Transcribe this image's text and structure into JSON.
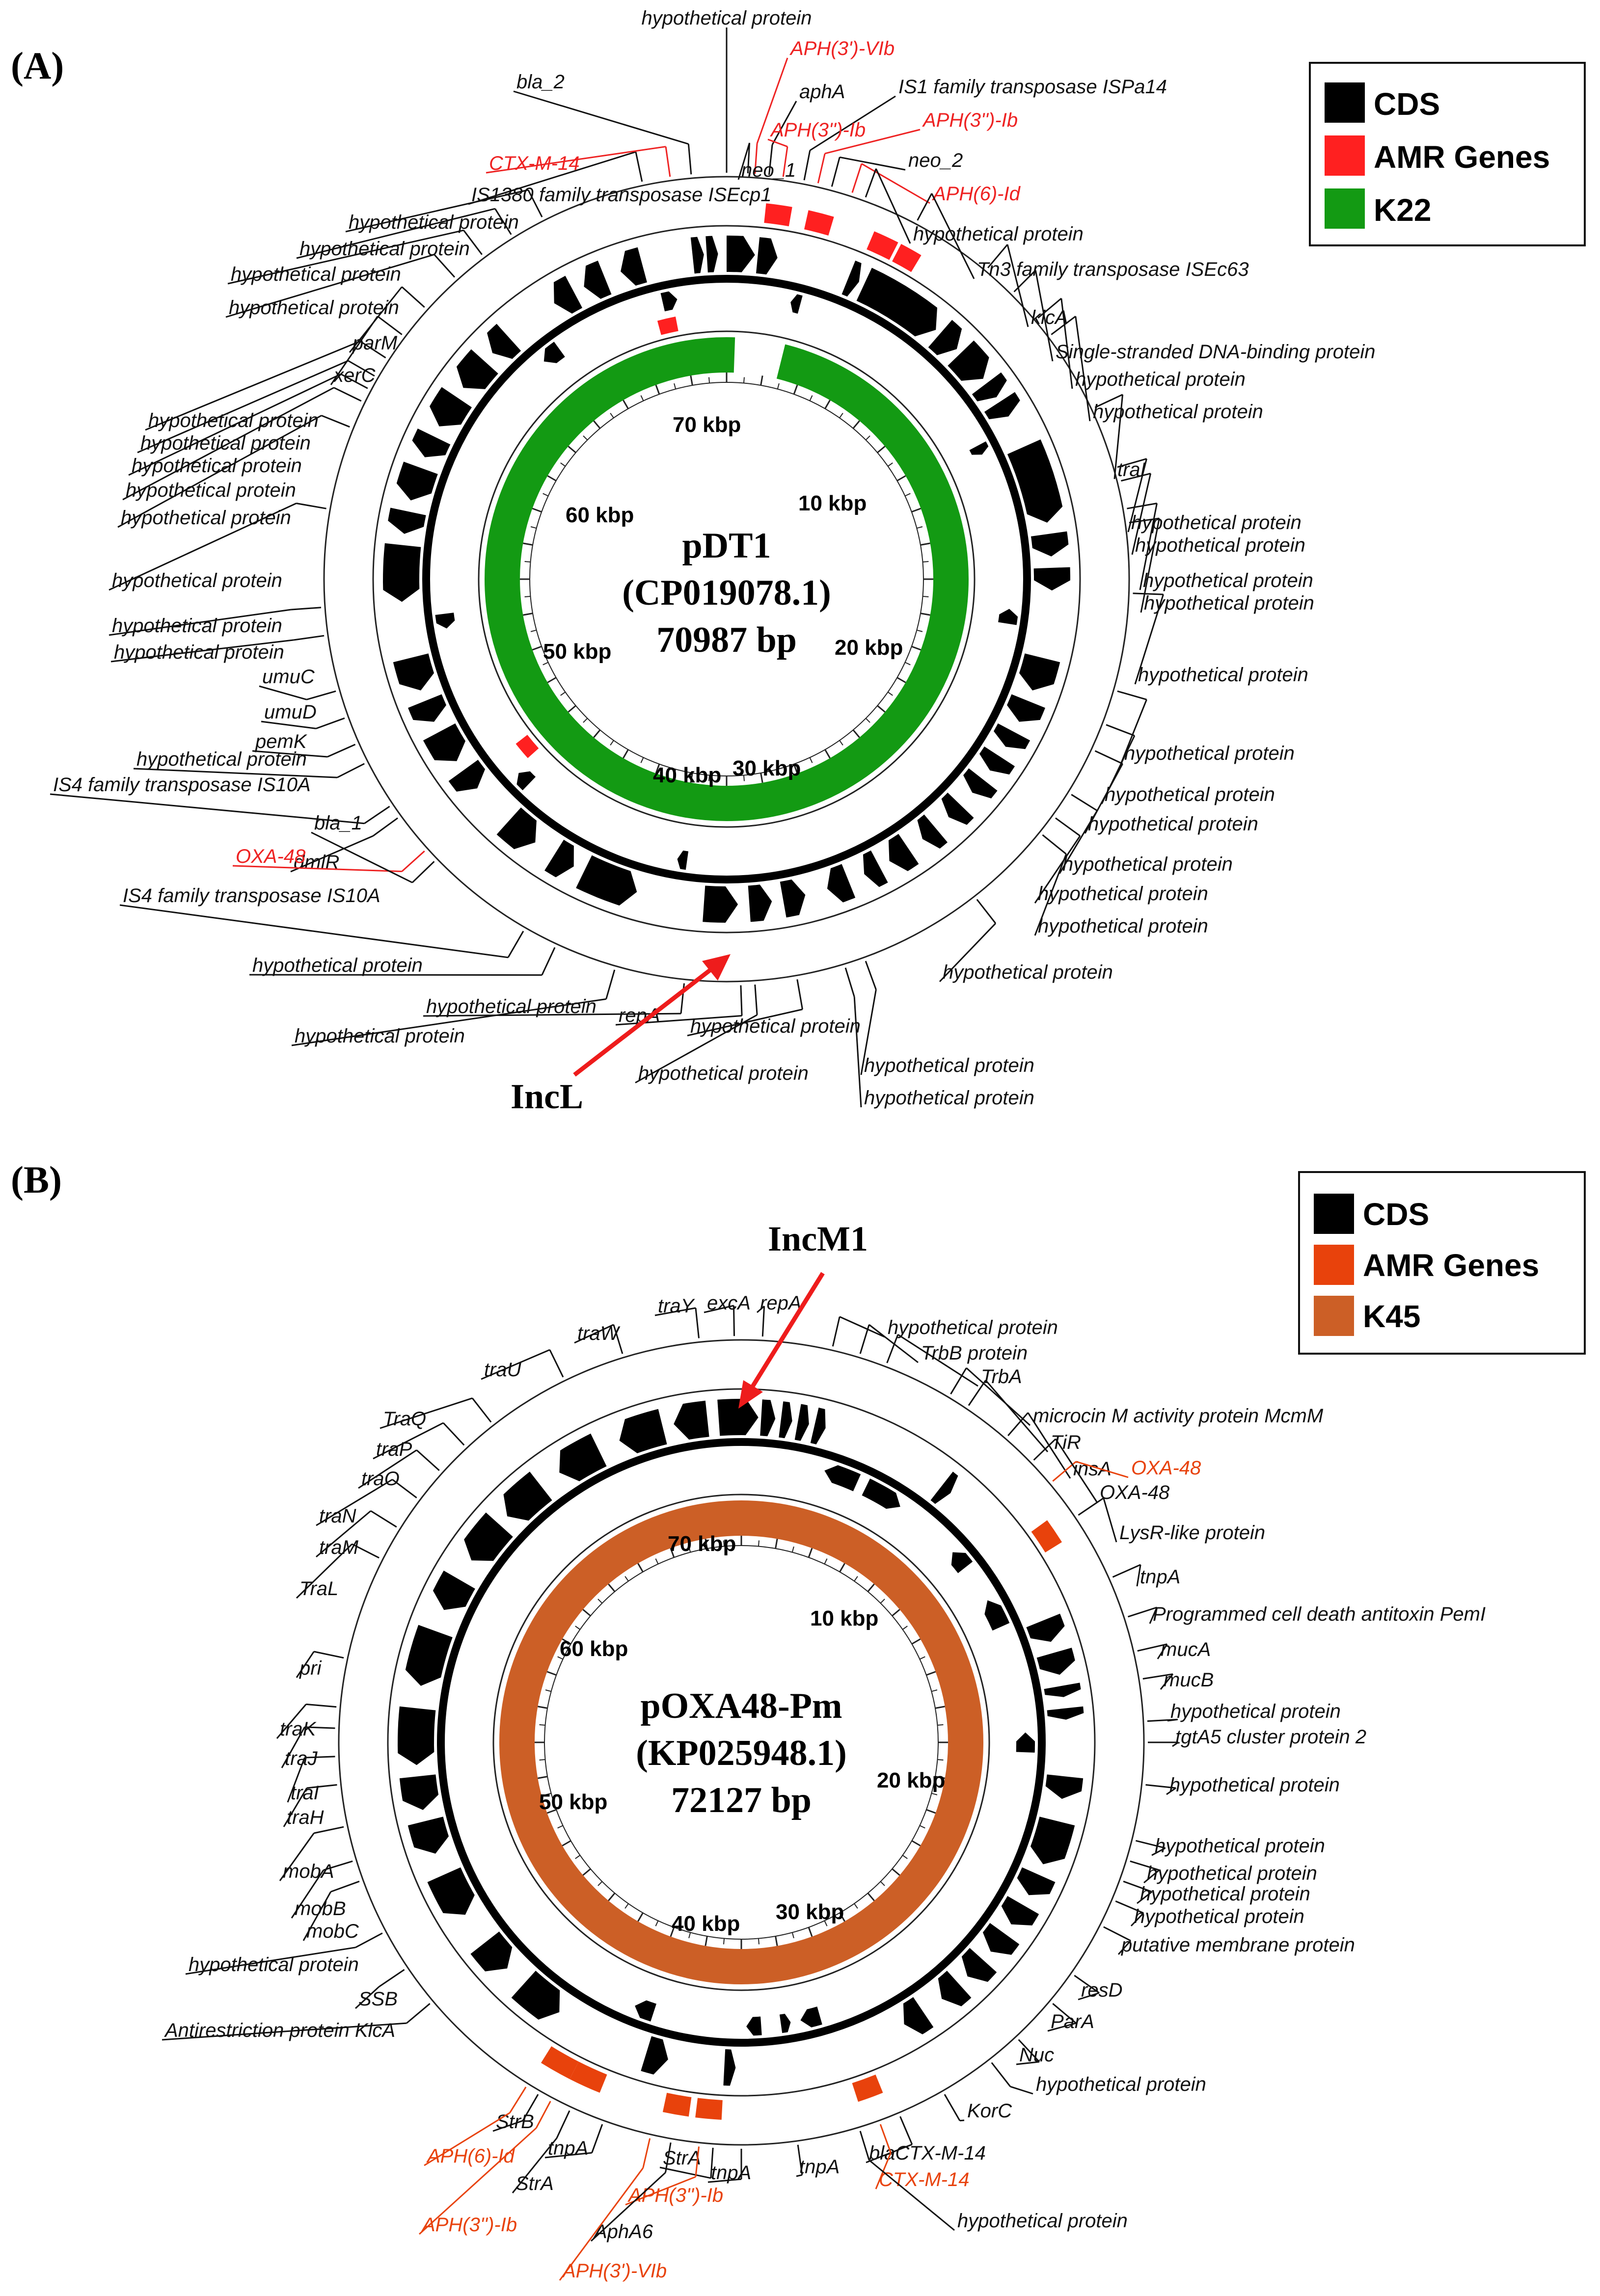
{
  "panels": [
    {
      "id": "A",
      "panel_label": "(A)",
      "center_lines": [
        "pDT1",
        "(CP019078.1)",
        "70987 bp"
      ],
      "ticks": [
        "70 kbp",
        "10 kbp",
        "20 kbp",
        "30 kbp",
        "40 kbp",
        "50 kbp",
        "60 kbp"
      ],
      "inc_label": "IncL",
      "legend": [
        {
          "label": "CDS",
          "color": "#000000"
        },
        {
          "label": "AMR Genes",
          "color": "#ff2020"
        },
        {
          "label": "K22",
          "color": "#139a13"
        }
      ],
      "ring_color": "#139a13",
      "amr_color": "#ff2020",
      "labels": [
        {
          "text": "hypothetical protein",
          "color": "black"
        },
        {
          "text": "APH(3')-VIb",
          "color": "red"
        },
        {
          "text": "aphA",
          "color": "black"
        },
        {
          "text": "IS1 family transposase ISPa14",
          "color": "black"
        },
        {
          "text": "APH(3'')-Ib",
          "color": "red"
        },
        {
          "text": "APH(3'')-Ib",
          "color": "red"
        },
        {
          "text": "neo_1",
          "color": "black"
        },
        {
          "text": "neo_2",
          "color": "black"
        },
        {
          "text": "APH(6)-Id",
          "color": "red"
        },
        {
          "text": "hypothetical protein",
          "color": "black"
        },
        {
          "text": "Tn3 family transposase ISEc63",
          "color": "black"
        },
        {
          "text": "klcA",
          "color": "black"
        },
        {
          "text": "Single-stranded DNA-binding protein",
          "color": "black"
        },
        {
          "text": "hypothetical protein",
          "color": "black"
        },
        {
          "text": "hypothetical protein",
          "color": "black"
        },
        {
          "text": "traI",
          "color": "black"
        },
        {
          "text": "hypothetical protein",
          "color": "black"
        },
        {
          "text": "hypothetical protein",
          "color": "black"
        },
        {
          "text": "hypothetical protein",
          "color": "black"
        },
        {
          "text": "hypothetical protein",
          "color": "black"
        },
        {
          "text": "hypothetical protein",
          "color": "black"
        },
        {
          "text": "hypothetical protein",
          "color": "black"
        },
        {
          "text": "hypothetical protein",
          "color": "black"
        },
        {
          "text": "hypothetical protein",
          "color": "black"
        },
        {
          "text": "hypothetical protein",
          "color": "black"
        },
        {
          "text": "hypothetical protein",
          "color": "black"
        },
        {
          "text": "hypothetical protein",
          "color": "black"
        },
        {
          "text": "hypothetical protein",
          "color": "black"
        },
        {
          "text": "hypothetical protein",
          "color": "black"
        },
        {
          "text": "hypothetical protein",
          "color": "black"
        },
        {
          "text": "repA",
          "color": "black"
        },
        {
          "text": "hypothetical protein",
          "color": "black"
        },
        {
          "text": "hypothetical protein",
          "color": "black"
        },
        {
          "text": "hypothetical protein",
          "color": "black"
        },
        {
          "text": "hypothetical protein",
          "color": "black"
        },
        {
          "text": "hypothetical protein",
          "color": "black"
        },
        {
          "text": "IS4 family transposase IS10A",
          "color": "black"
        },
        {
          "text": "dmlR",
          "color": "black"
        },
        {
          "text": "OXA-48",
          "color": "red"
        },
        {
          "text": "bla_1",
          "color": "black"
        },
        {
          "text": "IS4 family transposase IS10A",
          "color": "black"
        },
        {
          "text": "hypothetical protein",
          "color": "black"
        },
        {
          "text": "pemK",
          "color": "black"
        },
        {
          "text": "umuD",
          "color": "black"
        },
        {
          "text": "umuC",
          "color": "black"
        },
        {
          "text": "hypothetical protein",
          "color": "black"
        },
        {
          "text": "hypothetical protein",
          "color": "black"
        },
        {
          "text": "hypothetical protein",
          "color": "black"
        },
        {
          "text": "hypothetical protein",
          "color": "black"
        },
        {
          "text": "hypothetical protein",
          "color": "black"
        },
        {
          "text": "hypothetical protein",
          "color": "black"
        },
        {
          "text": "hypothetical protein",
          "color": "black"
        },
        {
          "text": "hypothetical protein",
          "color": "black"
        },
        {
          "text": "xerC",
          "color": "black"
        },
        {
          "text": "parM",
          "color": "black"
        },
        {
          "text": "hypothetical protein",
          "color": "black"
        },
        {
          "text": "hypothetical protein",
          "color": "black"
        },
        {
          "text": "hypothetical protein",
          "color": "black"
        },
        {
          "text": "hypothetical protein",
          "color": "black"
        },
        {
          "text": "IS1380 family transposase ISEcp1",
          "color": "black"
        },
        {
          "text": "CTX-M-14",
          "color": "red"
        },
        {
          "text": "bla_2",
          "color": "black"
        }
      ]
    },
    {
      "id": "B",
      "panel_label": "(B)",
      "center_lines": [
        "pOXA48-Pm",
        "(KP025948.1)",
        "72127 bp"
      ],
      "ticks": [
        "70 kbp",
        "10 kbp",
        "20 kbp",
        "30 kbp",
        "40 kbp",
        "50 kbp",
        "60 kbp"
      ],
      "inc_label": "IncM1",
      "legend": [
        {
          "label": "CDS",
          "color": "#000000"
        },
        {
          "label": "AMR Genes",
          "color": "#e8420c"
        },
        {
          "label": "K45",
          "color": "#cc5f26"
        }
      ],
      "ring_color": "#cc5f26",
      "amr_color": "#e8420c",
      "labels": [
        {
          "text": "traY",
          "color": "black"
        },
        {
          "text": "excA",
          "color": "black"
        },
        {
          "text": "repA",
          "color": "black"
        },
        {
          "text": "hypothetical protein",
          "color": "black"
        },
        {
          "text": "TrbB protein",
          "color": "black"
        },
        {
          "text": "TrbA",
          "color": "black"
        },
        {
          "text": "microcin M activity protein McmM",
          "color": "black"
        },
        {
          "text": "TiR",
          "color": "black"
        },
        {
          "text": "insA",
          "color": "black"
        },
        {
          "text": "OXA-48",
          "color": "orange"
        },
        {
          "text": "OXA-48",
          "color": "black"
        },
        {
          "text": "LysR-like protein",
          "color": "black"
        },
        {
          "text": "tnpA",
          "color": "black"
        },
        {
          "text": "Programmed cell death antitoxin PemI",
          "color": "black"
        },
        {
          "text": "mucA",
          "color": "black"
        },
        {
          "text": "mucB",
          "color": "black"
        },
        {
          "text": "hypothetical protein",
          "color": "black"
        },
        {
          "text": "tgtA5 cluster protein 2",
          "color": "black"
        },
        {
          "text": "hypothetical protein",
          "color": "black"
        },
        {
          "text": "hypothetical protein",
          "color": "black"
        },
        {
          "text": "hypothetical protein",
          "color": "black"
        },
        {
          "text": "hypothetical protein",
          "color": "black"
        },
        {
          "text": "hypothetical protein",
          "color": "black"
        },
        {
          "text": "putative membrane protein",
          "color": "black"
        },
        {
          "text": "resD",
          "color": "black"
        },
        {
          "text": "ParA",
          "color": "black"
        },
        {
          "text": "Nuc",
          "color": "black"
        },
        {
          "text": "hypothetical protein",
          "color": "black"
        },
        {
          "text": "KorC",
          "color": "black"
        },
        {
          "text": "blaCTX-M-14",
          "color": "black"
        },
        {
          "text": "CTX-M-14",
          "color": "orange"
        },
        {
          "text": "hypothetical protein",
          "color": "black"
        },
        {
          "text": "tnpA",
          "color": "black"
        },
        {
          "text": "tnpA",
          "color": "black"
        },
        {
          "text": "StrA",
          "color": "black"
        },
        {
          "text": "APH(3'')-Ib",
          "color": "orange"
        },
        {
          "text": "AphA6",
          "color": "black"
        },
        {
          "text": "APH(3')-VIb",
          "color": "orange"
        },
        {
          "text": "tnpA",
          "color": "black"
        },
        {
          "text": "StrA",
          "color": "black"
        },
        {
          "text": "APH(3'')-Ib",
          "color": "orange"
        },
        {
          "text": "StrB",
          "color": "black"
        },
        {
          "text": "APH(6)-Id",
          "color": "orange"
        },
        {
          "text": "Antirestriction protein KlcA",
          "color": "black"
        },
        {
          "text": "SSB",
          "color": "black"
        },
        {
          "text": "hypothetical protein",
          "color": "black"
        },
        {
          "text": "mobC",
          "color": "black"
        },
        {
          "text": "mobB",
          "color": "black"
        },
        {
          "text": "mobA",
          "color": "black"
        },
        {
          "text": "traH",
          "color": "black"
        },
        {
          "text": "traI",
          "color": "black"
        },
        {
          "text": "traJ",
          "color": "black"
        },
        {
          "text": "traK",
          "color": "black"
        },
        {
          "text": "pri",
          "color": "black"
        },
        {
          "text": "TraL",
          "color": "black"
        },
        {
          "text": "traM",
          "color": "black"
        },
        {
          "text": "traN",
          "color": "black"
        },
        {
          "text": "traO",
          "color": "black"
        },
        {
          "text": "traP",
          "color": "black"
        },
        {
          "text": "TraQ",
          "color": "black"
        },
        {
          "text": "traU",
          "color": "black"
        },
        {
          "text": "traW",
          "color": "black"
        }
      ]
    }
  ]
}
